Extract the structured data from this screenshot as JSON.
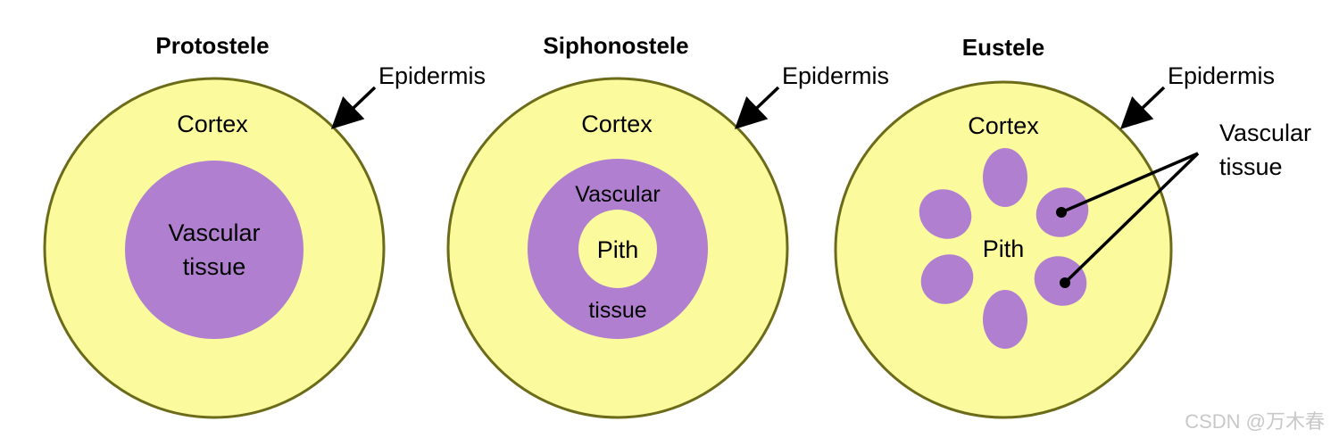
{
  "colors": {
    "cortex_fill": "#fbfb9e",
    "outline": "#6b6b1a",
    "vascular_fill": "#b07fd0",
    "pointer": "#000000",
    "watermark": "#c8c8c8"
  },
  "panels": {
    "protostele": {
      "title": "Protostele",
      "epidermis": "Epidermis",
      "cortex": "Cortex",
      "vascular_line1": "Vascular",
      "vascular_line2": "tissue"
    },
    "siphonostele": {
      "title": "Siphonostele",
      "epidermis": "Epidermis",
      "cortex": "Cortex",
      "vascular_top": "Vascular",
      "pith": "Pith",
      "vascular_bottom": "tissue"
    },
    "eustele": {
      "title": "Eustele",
      "epidermis": "Epidermis",
      "cortex": "Cortex",
      "pith": "Pith",
      "vascular_line1": "Vascular",
      "vascular_line2": "tissue"
    }
  },
  "watermark": "CSDN @万木春"
}
